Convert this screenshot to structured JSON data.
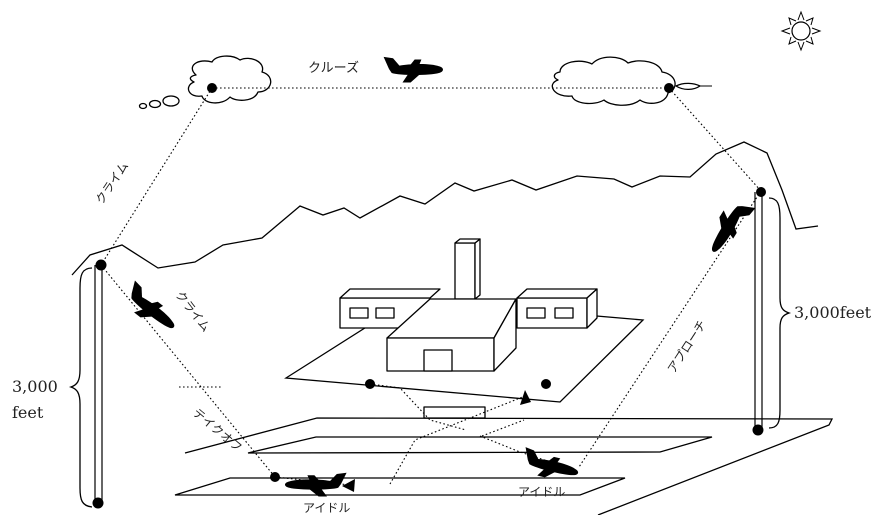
{
  "labels": {
    "cruise": "クルーズ",
    "climb_upper": "クライム",
    "climb_lower": "クライム",
    "approach": "アプローチ",
    "takeoff": "テイクオフ",
    "idle_left": "アイドル",
    "idle_right": "アイドル",
    "alt_left_value": "3,000",
    "alt_left_unit": "feet",
    "alt_right": "3,000feet"
  },
  "icons": {
    "sun": "sun-icon",
    "airplane": "airplane-icon",
    "cloud": "cloud-icon",
    "mountains": "mountain-range-icon",
    "terminal": "airport-terminal-icon"
  }
}
